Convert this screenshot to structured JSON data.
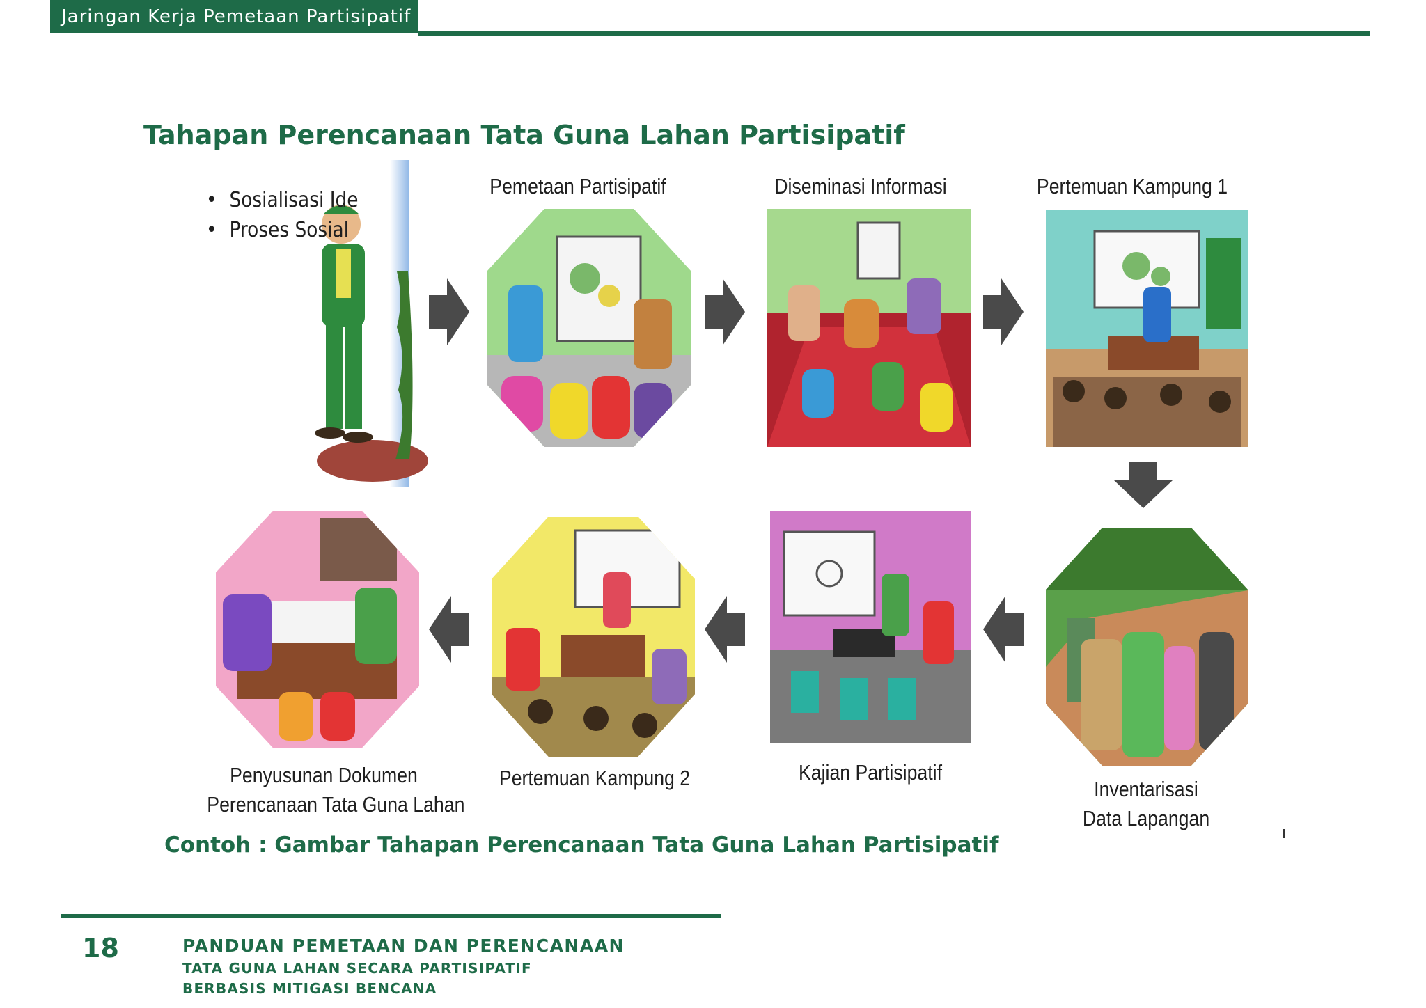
{
  "header": {
    "tab_title": "Jaringan Kerja Pemetaan Partisipatif"
  },
  "title": "Tahapan Perencanaan Tata Guna Lahan Partisipatif",
  "bullets": [
    "Sosialisasi Ide",
    "Proses Sosial"
  ],
  "steps": [
    {
      "label": "Pemetaan Partisipatif"
    },
    {
      "label": "Diseminasi Informasi"
    },
    {
      "label": "Pertemuan Kampung 1"
    },
    {
      "label_line1": "Inventarisasi",
      "label_line2": "Data Lapangan"
    },
    {
      "label": "Kajian Partisipatif"
    },
    {
      "label": "Pertemuan Kampung 2"
    },
    {
      "label_line1": "Penyusunan Dokumen",
      "label_line2": "Perencanaan Tata Guna Lahan"
    }
  ],
  "caption": "Contoh : Gambar Tahapan Perencanaan Tata Guna Lahan Partisipatif",
  "footer": {
    "page_number": "18",
    "line1": "PANDUAN PEMETAAN DAN PERENCANAAN",
    "line2": "TATA GUNA LAHAN SECARA PARTISIPATIF",
    "line3": "BERBASIS MITIGASI BENCANA"
  },
  "colors": {
    "brand_green": "#1e6b48",
    "arrow_gray": "#4a4a4a"
  }
}
